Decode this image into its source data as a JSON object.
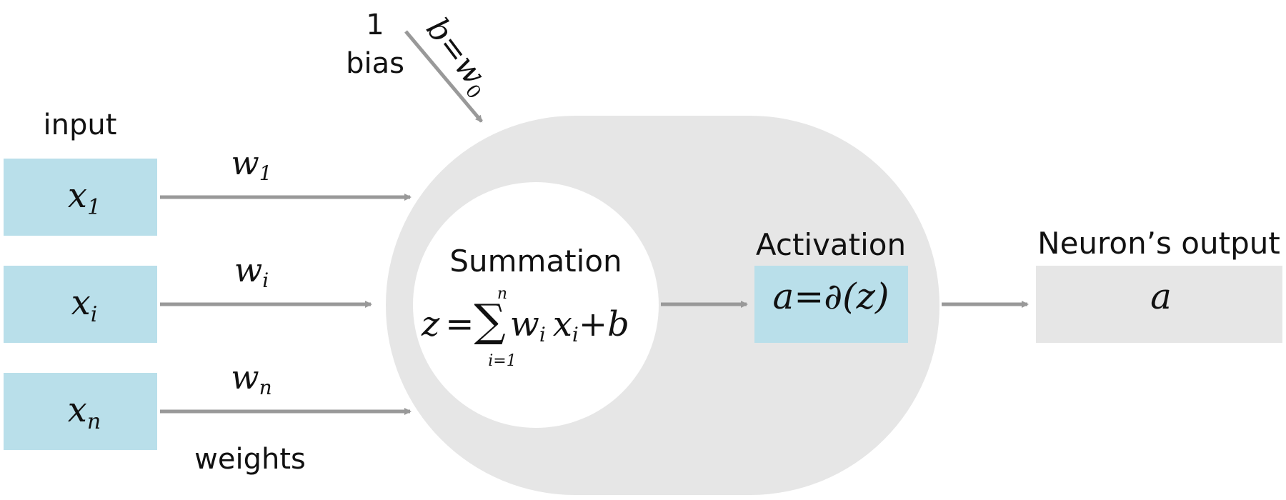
{
  "colors": {
    "input_box": "#b9dfea",
    "neuron_body": "#e6e6e6",
    "summation_circle": "#ffffff",
    "output_box": "#e6e6e6",
    "arrow": "#999999",
    "text": "#111111"
  },
  "labels": {
    "input": "input",
    "weights": "weights",
    "bias_one": "1",
    "bias": "bias",
    "summation": "Summation",
    "activation": "Activation",
    "output": "Neuron’s output"
  },
  "inputs": [
    {
      "symbol": "x",
      "subscript": "1",
      "weight": "w",
      "weight_subscript": "1"
    },
    {
      "symbol": "x",
      "subscript": "i",
      "weight": "w",
      "weight_subscript": "i"
    },
    {
      "symbol": "x",
      "subscript": "n",
      "weight": "w",
      "weight_subscript": "n"
    }
  ],
  "bias_formula": {
    "lhs": "b",
    "eq": "=",
    "rhs": "w",
    "rhs_subscript": "0"
  },
  "summation_formula": {
    "lhs": "z",
    "eq": "=",
    "sigma": "∑",
    "upper": "n",
    "lower": "i=1",
    "term_w": "w",
    "term_w_sub": "i",
    "term_x": "x",
    "term_x_sub": "i",
    "plus": "+",
    "bias": "b"
  },
  "activation_formula": "a=∂(z)",
  "output_symbol": "a",
  "icons": [
    "arrow-right-icon",
    "arrow-diagonal-icon"
  ]
}
